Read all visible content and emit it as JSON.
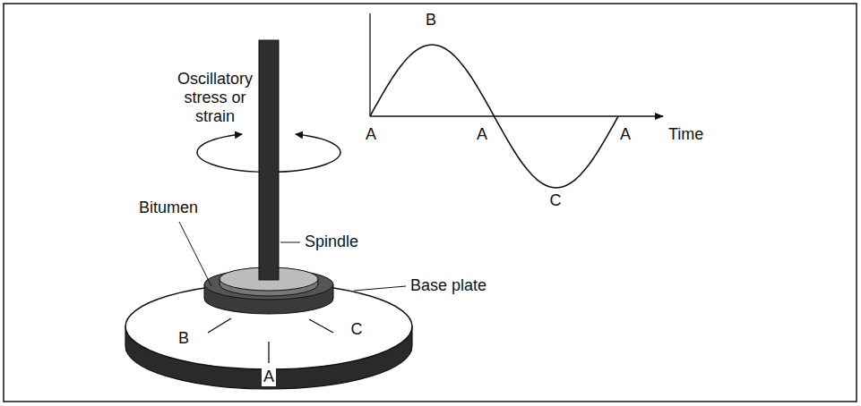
{
  "diagram": {
    "labels": [
      "Oscillatory stress or strain",
      "B",
      "A",
      "A",
      "A",
      "C",
      "Time",
      "Bitumen",
      "Spindle",
      "Base plate",
      "B",
      "C",
      "A"
    ]
  }
}
